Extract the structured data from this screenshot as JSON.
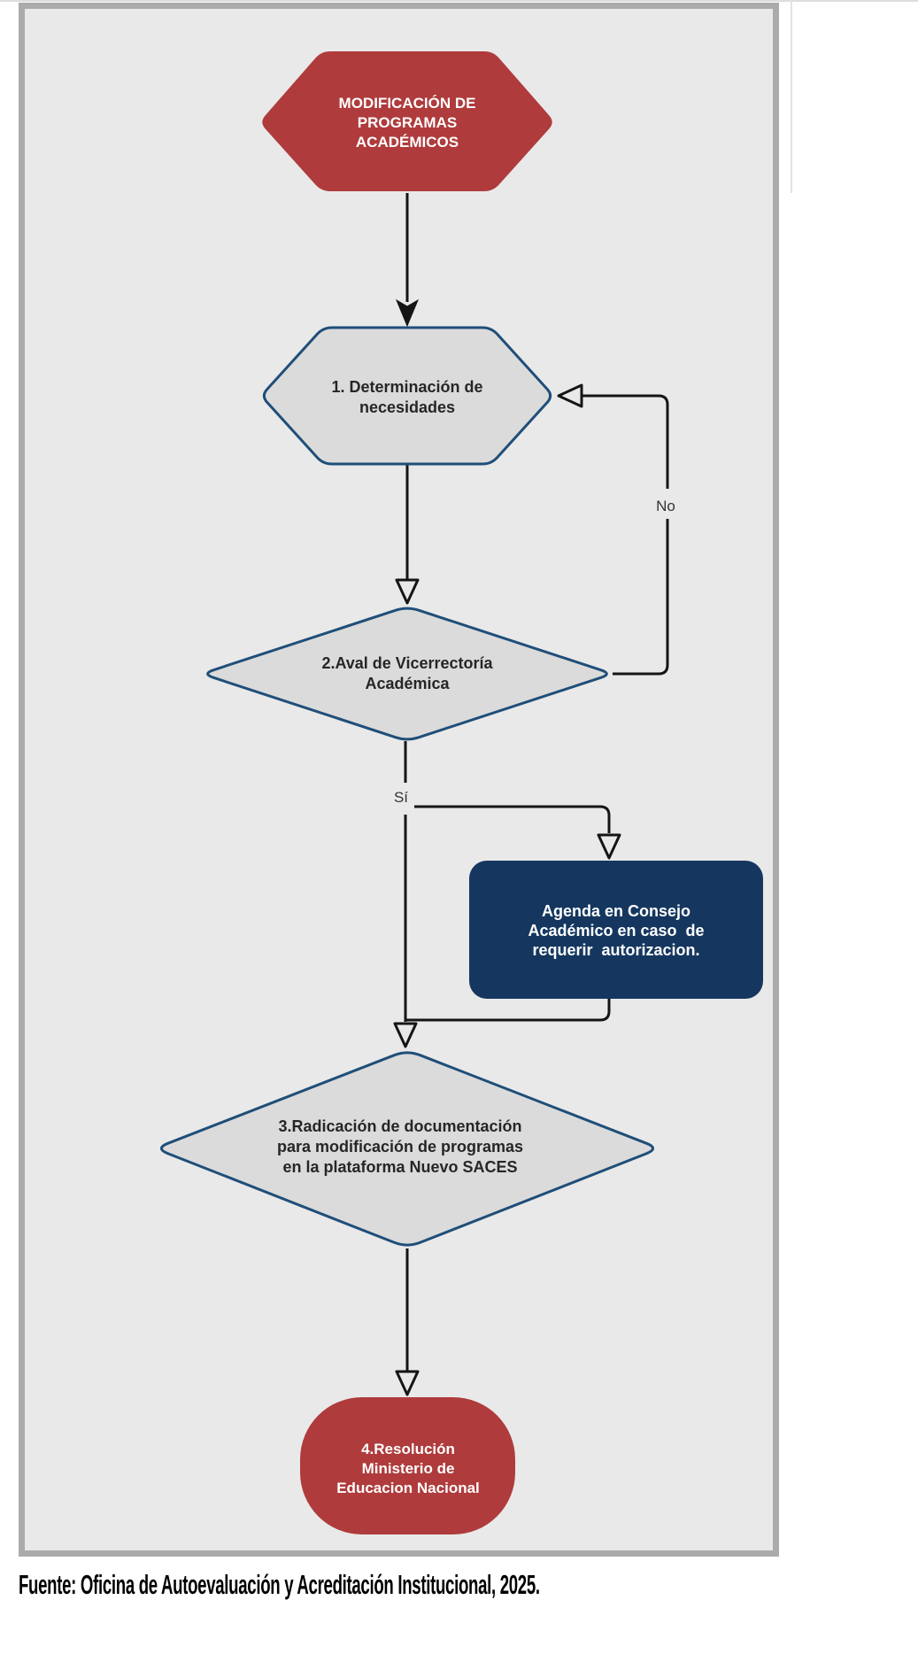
{
  "colors": {
    "red": "#AF3B3C",
    "note_fill": "#15375F",
    "node_border": "#1F4E79",
    "shape_fill": "#DBDBDB",
    "canvas_bg": "#E9E9E9",
    "frame_border": "#ABABAB",
    "arrow": "#151515"
  },
  "nodes": {
    "start": {
      "lines": [
        "MODIFICACIÓN DE",
        "PROGRAMAS",
        "ACADÉMICOS"
      ]
    },
    "step1": {
      "lines": [
        "1. Determinación de",
        "necesidades"
      ]
    },
    "step2": {
      "lines": [
        "2.Aval de Vicerrectoría",
        "Académica"
      ]
    },
    "note": {
      "lines": [
        "Agenda en Consejo",
        "Académico en caso  de",
        "requerir  autorizacion."
      ]
    },
    "step3": {
      "lines": [
        "3.Radicación de documentación",
        "para modificación de programas",
        "en la plataforma Nuevo SACES"
      ]
    },
    "step4": {
      "lines": [
        "4.Resolución",
        "Ministerio de",
        "Educacion Nacional"
      ]
    }
  },
  "connectors": {
    "no_label": "No",
    "si_label": "Sí"
  },
  "caption": "Fuente: Oficina de Autoevaluación y Acreditación Institucional, 2025."
}
